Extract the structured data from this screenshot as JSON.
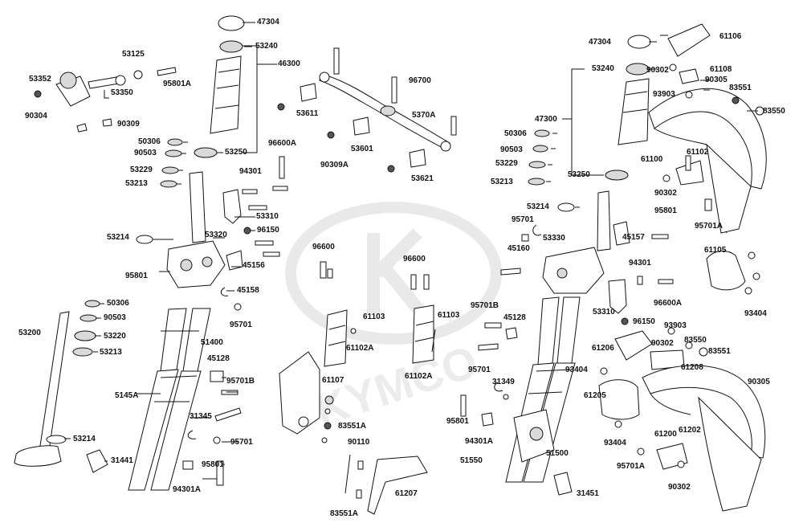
{
  "watermark": "KYMCO",
  "colors": {
    "line": "#111111",
    "part_fill": "#ffffff",
    "part_shade": "#d9d9d9",
    "watermark": "#e9e9e9"
  },
  "labels": {
    "p47304a": "47304",
    "p53240a": "53240",
    "p46300": "46300",
    "p53125": "53125",
    "p53352": "53352",
    "p95801Aa": "95801A",
    "p53350": "53350",
    "p90304": "90304",
    "p90309": "90309",
    "p50306a": "50306",
    "p90503a": "90503",
    "p53250a": "53250",
    "p53229a": "53229",
    "p53213a": "53213",
    "p96600Aa": "96600A",
    "p94301a": "94301",
    "p53310a": "53310",
    "p96150a": "96150",
    "p53214a": "53214",
    "p53320": "53320",
    "p45156": "45156",
    "p95801a": "95801",
    "p45158": "45158",
    "p50306b": "50306",
    "p90503b": "90503",
    "p53220": "53220",
    "p53213b": "53213",
    "p53200": "53200",
    "p51400": "51400",
    "p95701a": "95701",
    "p45128a": "45128",
    "p95701Ba": "95701B",
    "p5145A": "5145A",
    "p31345": "31345",
    "p95701b": "95701",
    "p53214b": "53214",
    "p31441": "31441",
    "p95801b": "95801",
    "p94301Aa": "94301A",
    "p96700": "96700",
    "p53611": "53611",
    "p5370A": "5370A",
    "p53601": "53601",
    "p90309A": "90309A",
    "p53621": "53621",
    "p96600a": "96600",
    "p96600b": "96600",
    "p61103a": "61103",
    "p61102Aa": "61102A",
    "p61103b": "61103",
    "p61102Ab": "61102A",
    "p61107": "61107",
    "p83551Aa": "83551A",
    "p90110": "90110",
    "p61207": "61207",
    "p83551Ab": "83551A",
    "p47304b": "47304",
    "p53240b": "53240",
    "p47300": "47300",
    "p50306c": "50306",
    "p90503c": "90503",
    "p53229b": "53229",
    "p53250b": "53250",
    "p53213c": "53213",
    "p61106": "61106",
    "p90302a": "90302",
    "p61108": "61108",
    "p90305a": "90305",
    "p93903a": "93903",
    "p83551a": "83551",
    "p83550a": "83550",
    "p61100": "61100",
    "p61102": "61102",
    "p90302b": "90302",
    "p53214c": "53214",
    "p95701c": "95701",
    "p53330": "53330",
    "p45157": "45157",
    "p95801c": "95801",
    "p95701Aa": "95701A",
    "p45160": "45160",
    "p94301b": "94301",
    "p61105": "61105",
    "p96600Ab": "96600A",
    "p93404a": "93404",
    "p95701Bb": "95701B",
    "p45128b": "45128",
    "p53310b": "53310",
    "p96150b": "96150",
    "p93903b": "93903",
    "p83550b": "83550",
    "p61206": "61206",
    "p90302c": "90302",
    "p83551b": "83551",
    "p61208": "61208",
    "p93404b": "93404",
    "p90305b": "90305",
    "p95701d": "95701",
    "p31349": "31349",
    "p61205": "61205",
    "p95801d": "95801",
    "p94301Ab": "94301A",
    "p93404c": "93404",
    "p61200": "61200",
    "p61202": "61202",
    "p51500": "51500",
    "p51550": "51550",
    "p95701Ab": "95701A",
    "p90302d": "90302",
    "p31451": "31451"
  }
}
